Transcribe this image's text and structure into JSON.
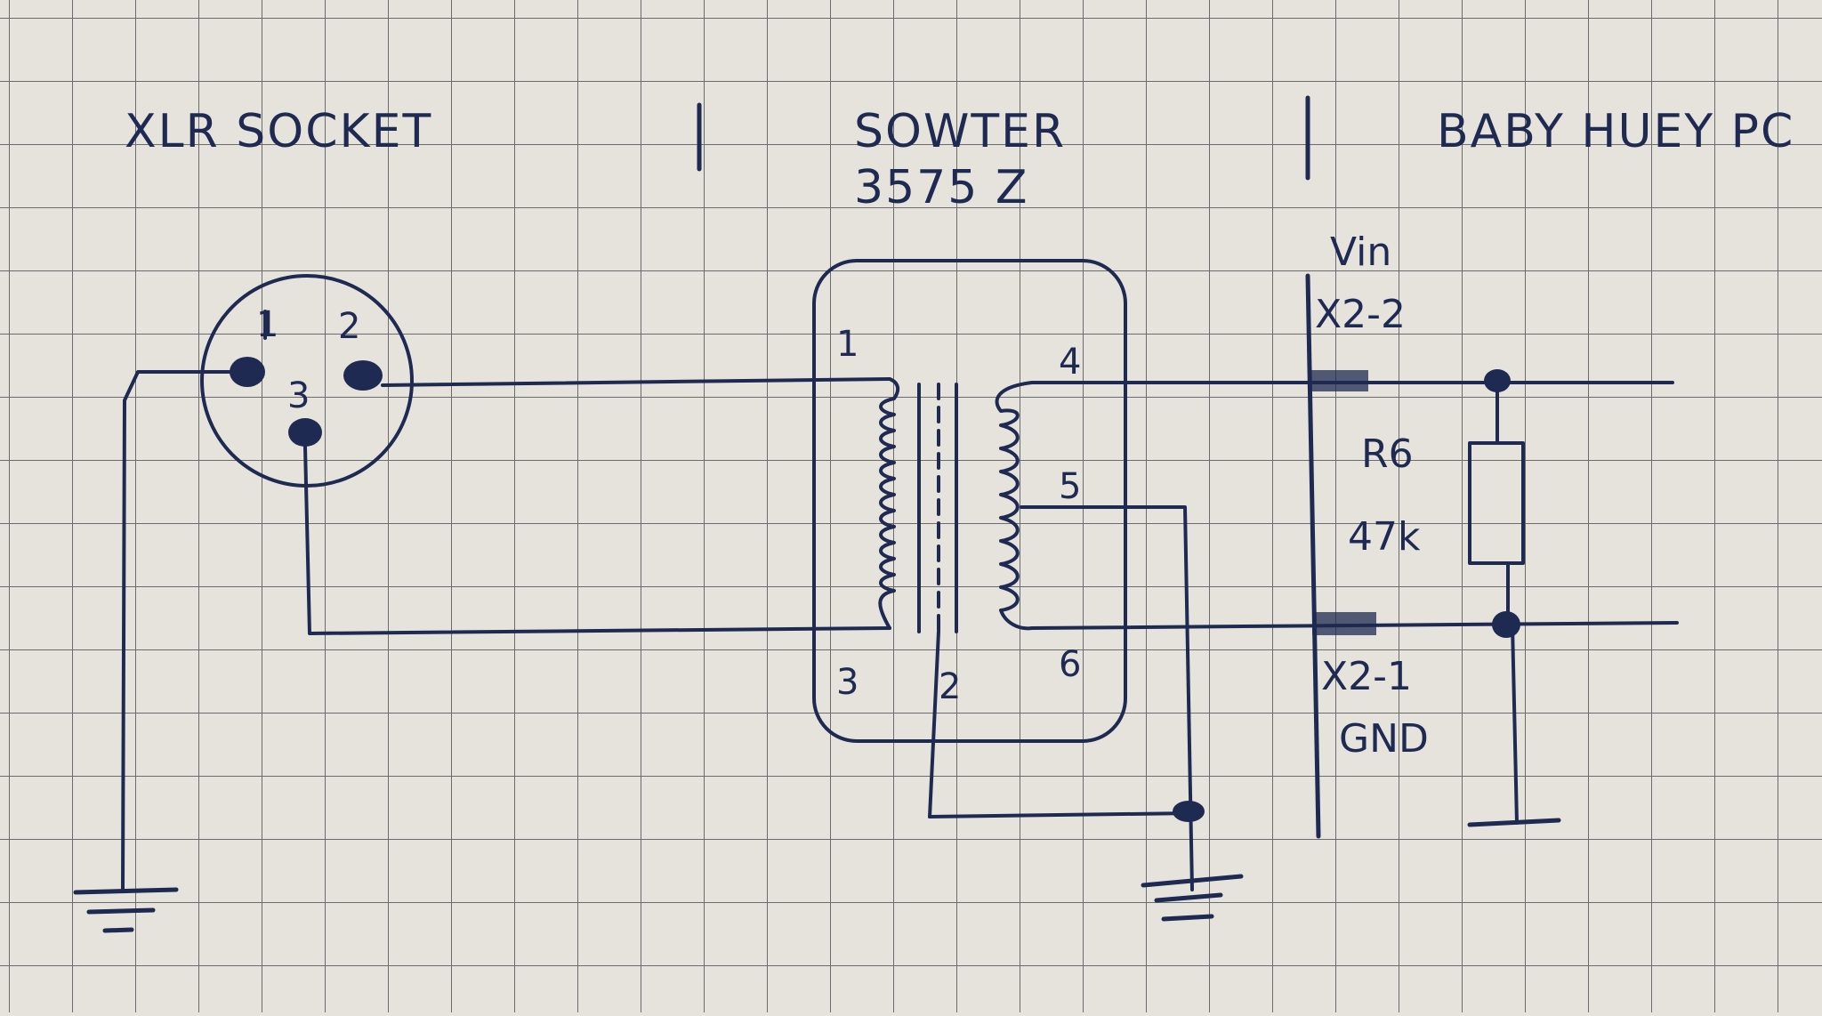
{
  "headers": {
    "xlr": "XLR SOCKET",
    "transformer_line1": "SOWTER",
    "transformer_line2": "3575 Z",
    "board": "BABY HUEY PC"
  },
  "xlr_pins": {
    "p1": "1",
    "p2": "2",
    "p3": "3"
  },
  "transformer_pins": {
    "p1": "1",
    "p2": "2",
    "p3": "3",
    "p4": "4",
    "p5": "5",
    "p6": "6"
  },
  "board_labels": {
    "vin": "Vin",
    "x2_2": "X2-2",
    "r6": "R6",
    "r6_value": "47k",
    "x2_1": "X2-1",
    "gnd": "GND"
  },
  "colors": {
    "ink": "#1f2a52",
    "paper": "#e6e3dc",
    "grid": "#6b6b6b"
  }
}
